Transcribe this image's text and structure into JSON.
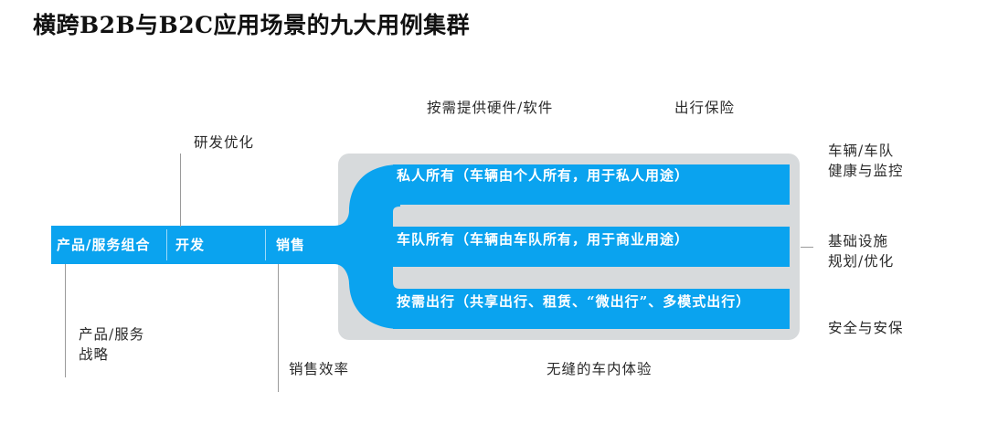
{
  "title": "横跨B2B与B2C应用场景的九大用例集群",
  "colors": {
    "bar_blue": "#0aa3ef",
    "panel_gray": "#d7dadc",
    "line_gray": "#9a9a9a"
  },
  "stages": {
    "portfolio": "产品/服务组合",
    "development": "开发",
    "sales": "销售"
  },
  "channels": {
    "private": "私人所有（车辆由个人所有，用于私人用途）",
    "fleet": "车队所有（车辆由车队所有，用于商业用途）",
    "on_demand": "按需出行（共享出行、租赁、“微出行”、多模式出行）"
  },
  "use_cases": {
    "rd_optimization": "研发优化",
    "product_strategy_line1": "产品/服务",
    "product_strategy_line2": "战略",
    "sales_efficiency": "销售效率",
    "on_demand_hw_sw": "按需提供硬件/软件",
    "mobility_insurance": "出行保险",
    "seamless_in_car": "无缝的车内体验",
    "vehicle_health_line1": "车辆/车队",
    "vehicle_health_line2": "健康与监控",
    "infrastructure_line1": "基础设施",
    "infrastructure_line2": "规划/优化",
    "safety_security": "安全与安保"
  }
}
